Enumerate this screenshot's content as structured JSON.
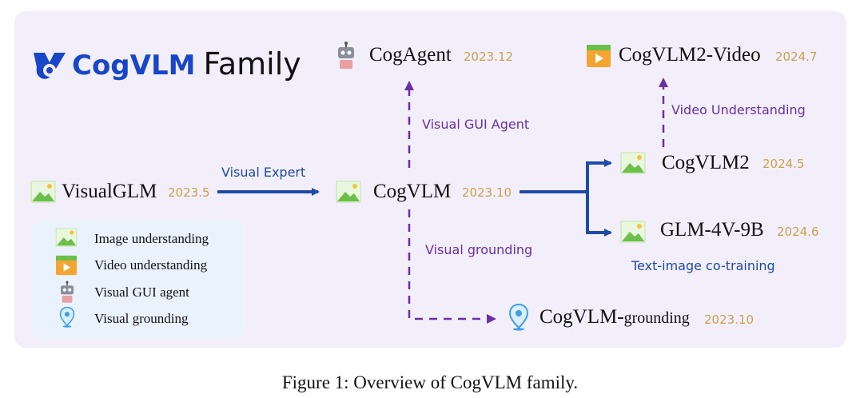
{
  "title": {
    "brand": "CogVLM",
    "suffix": "Family"
  },
  "nodes": {
    "visualglm": {
      "name": "VisualGLM",
      "date": "2023.5"
    },
    "cogvlm": {
      "name": "CogVLM",
      "date": "2023.10"
    },
    "cogagent": {
      "name": "CogAgent",
      "date": "2023.12"
    },
    "cogvlm2_video": {
      "name": "CogVLM2-Video",
      "date": "2024.7"
    },
    "cogvlm2": {
      "name": "CogVLM2",
      "date": "2024.5"
    },
    "glm4v": {
      "name": "GLM-4V-9B",
      "date": "2024.6"
    },
    "grounding": {
      "name_main": "CogVLM-",
      "name_sub": "grounding",
      "date": "2023.10"
    }
  },
  "edges": {
    "visual_expert": "Visual Expert",
    "visual_gui_agent": "Visual GUI Agent",
    "video_understanding": "Video Understanding",
    "visual_grounding": "Visual grounding",
    "text_image_cotraining": "Text-image co-training"
  },
  "legend": [
    {
      "icon": "image-icon",
      "label": "Image understanding"
    },
    {
      "icon": "video-icon",
      "label": "Video understanding"
    },
    {
      "icon": "robot-icon",
      "label": "Visual GUI agent"
    },
    {
      "icon": "location-pin-icon",
      "label": "Visual grounding"
    }
  ],
  "colors": {
    "blue": "#1f4aa8",
    "purple": "#6a2fa6",
    "date": "#c9a24a",
    "panel": "#f3effa"
  },
  "caption": "Figure 1: Overview of CogVLM family."
}
